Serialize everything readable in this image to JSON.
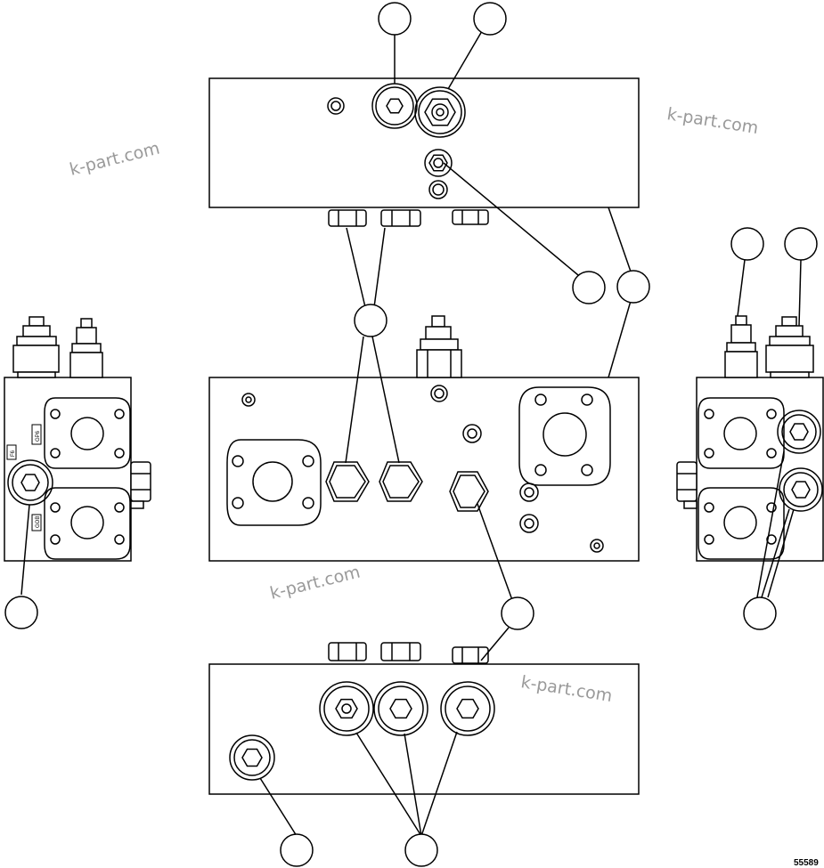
{
  "watermarks": [
    "k-part.com",
    "k-part.com",
    "k-part.com",
    "k-part.com"
  ],
  "figure_number": "55589",
  "port_labels": {
    "left_top": "GP6",
    "left_small": "F6",
    "left_bottom": "GOB"
  },
  "colors": {
    "line": "#000000",
    "fill": "#ffffff",
    "watermark": "#9a9a9a"
  }
}
